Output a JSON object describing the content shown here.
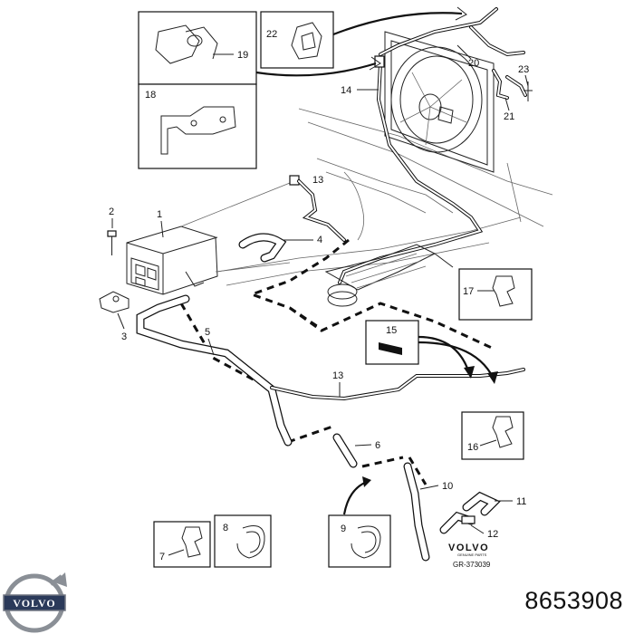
{
  "brand": {
    "logo_text": "VOLVO"
  },
  "part_number": "8653908",
  "drawing": {
    "code": "GR-373039",
    "badge_brand": "VOLVO",
    "badge_sub": "GENUINE PARTS"
  },
  "callouts": {
    "c1": "1",
    "c2": "2",
    "c3": "3",
    "c4": "4",
    "c5": "5",
    "c6": "6",
    "c7": "7",
    "c8": "8",
    "c9": "9",
    "c10": "10",
    "c11": "11",
    "c12": "12",
    "c13a": "13",
    "c13b": "13",
    "c14": "14",
    "c15": "15",
    "c16": "16",
    "c17": "17",
    "c18": "18",
    "c19": "19",
    "c20": "20",
    "c21": "21",
    "c22": "22",
    "c23": "23"
  }
}
